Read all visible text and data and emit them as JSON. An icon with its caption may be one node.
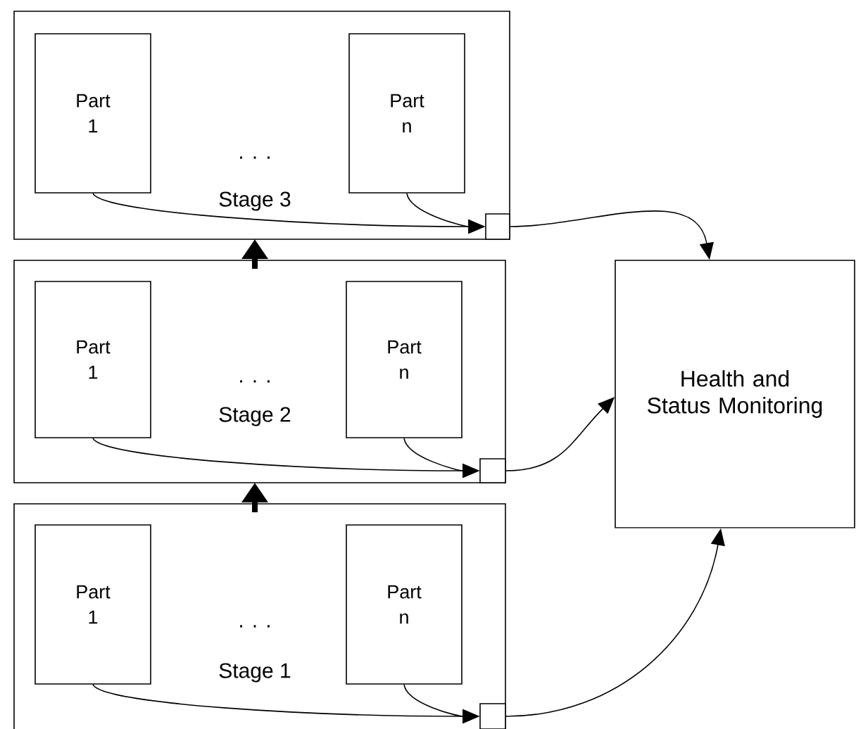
{
  "diagram": {
    "nodes": [
      {
        "text": [
          ". . .",
          "Stage 3"
        ]
      },
      {
        "text": [
          "Part 1"
        ],
        "in": 0
      },
      {
        "text": [
          "Part n"
        ],
        "in": 0
      },
      {
        "text": [],
        "shape": "box",
        "in": 0
      },
      {
        "text": [
          "Health and Status Monitoring"
        ]
      },
      {
        "text": [
          ". . .",
          "Stage 2"
        ]
      },
      {
        "text": [
          "Part 1"
        ],
        "in": 5
      },
      {
        "text": [
          "Part n"
        ],
        "in": 5
      },
      {
        "text": [],
        "shape": "box",
        "in": 5
      },
      {
        "text": [
          ". . .",
          "Stage 1"
        ]
      },
      {
        "text": [
          "Part 1"
        ],
        "in": 9
      },
      {
        "text": [
          "Part n"
        ],
        "in": 9
      },
      {
        "text": [],
        "shape": "box",
        "in": 9
      }
    ],
    "edges": [
      {
        "from": 1,
        "to": 3,
        "arrow": "to"
      },
      {
        "from": 2,
        "to": 3,
        "arrow": "to"
      },
      {
        "from": 3,
        "to": 4,
        "arrow": "to"
      },
      {
        "from": 5,
        "to": 0,
        "arrow": "to",
        "style": "thick"
      },
      {
        "from": 6,
        "to": 8,
        "arrow": "to"
      },
      {
        "from": 7,
        "to": 8,
        "arrow": "to"
      },
      {
        "from": 8,
        "to": 4,
        "arrow": "to"
      },
      {
        "from": 9,
        "to": 5,
        "arrow": "to",
        "style": "thick"
      },
      {
        "from": 10,
        "to": 12,
        "arrow": "to"
      },
      {
        "from": 11,
        "to": 12,
        "arrow": "to"
      },
      {
        "from": 12,
        "to": 4,
        "arrow": "to"
      }
    ]
  }
}
